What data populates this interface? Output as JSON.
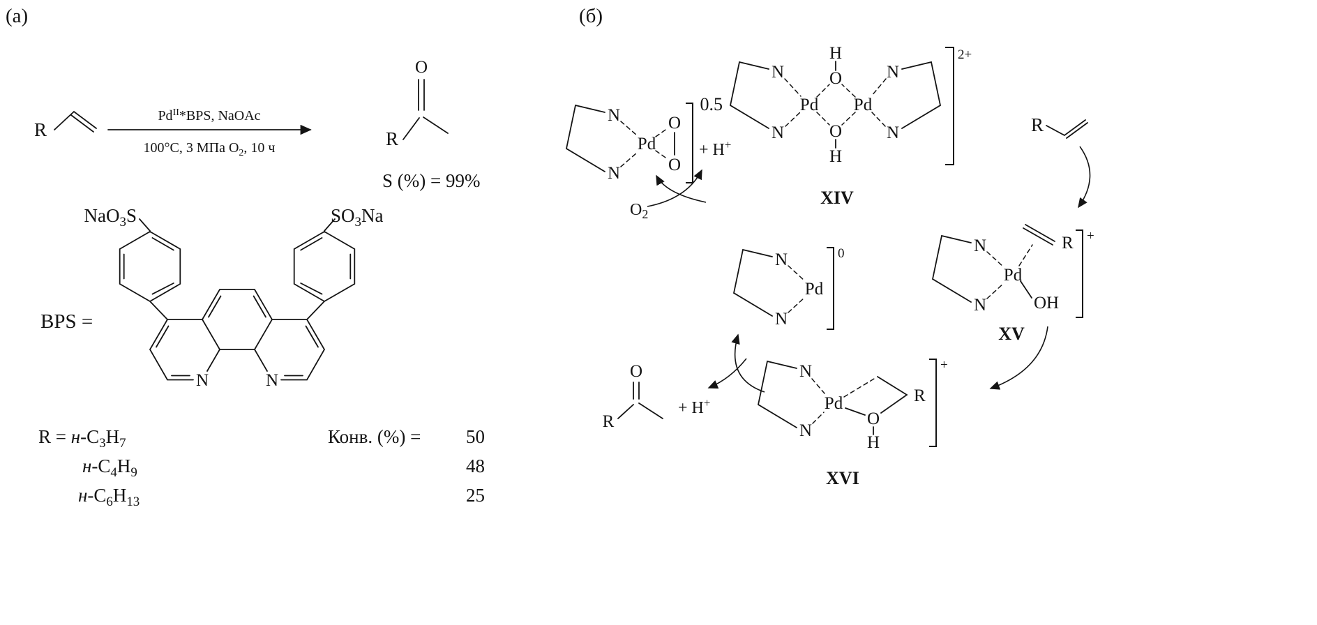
{
  "panel_a": {
    "label": "(a)",
    "reaction": {
      "substrate_r": "R",
      "cond_pd": "Pd",
      "cond_pd_sup": "II",
      "cond_rest": "*BPS, NaOAc",
      "cond2_pre": "100°C, 3 МПа O",
      "cond2_sub": "2",
      "cond2_post": ", 10 ч",
      "product_r": "R",
      "product_o": "O",
      "selectivity": "S (%) = 99%"
    },
    "bps": {
      "label": "BPS =",
      "sulfonate_left": {
        "pre": "NaO",
        "sub": "3",
        "post": "S"
      },
      "sulfonate_right": {
        "pre": "SO",
        "sub": "3",
        "post": "Na"
      },
      "n_left": "N",
      "n_right": "N"
    },
    "substrates": {
      "r_prefix": "R = ",
      "rows": [
        {
          "n": "н",
          "c": "-C",
          "c_sub": "3",
          "h": "H",
          "h_sub": "7"
        },
        {
          "n": "н",
          "c": "-C",
          "c_sub": "4",
          "h": "H",
          "h_sub": "9"
        },
        {
          "n": "н",
          "c": "-C",
          "c_sub": "6",
          "h": "H",
          "h_sub": "13"
        }
      ],
      "conv_label": "Конв. (%) =",
      "conv_values": [
        "50",
        "48",
        "25"
      ]
    }
  },
  "panel_b": {
    "label": "(б)",
    "coefficient": "0.5",
    "xiv": {
      "n_tl": "N",
      "n_bl": "N",
      "n_tr": "N",
      "n_br": "N",
      "pd_left": "Pd",
      "pd_right": "Pd",
      "h_top": "H",
      "o_top": "O",
      "o_bottom": "O",
      "h_bottom": "H",
      "charge": "2+",
      "name": "XIV"
    },
    "peroxo": {
      "n_top": "N",
      "n_bottom": "N",
      "pd": "Pd",
      "o_top": "O",
      "o_bottom": "O",
      "plus_h": "+ H",
      "plus_h_sup": "+",
      "o2": "O",
      "o2_sub": "2"
    },
    "pd0": {
      "n_top": "N",
      "n_bottom": "N",
      "pd": "Pd",
      "charge": "0"
    },
    "alkene": {
      "r": "R"
    },
    "xv": {
      "n_top": "N",
      "n_bottom": "N",
      "pd": "Pd",
      "r": "R",
      "oh": "OH",
      "charge": "+",
      "name": "XV"
    },
    "xvi": {
      "n_top": "N",
      "n_bottom": "N",
      "pd": "Pd",
      "o": "O",
      "h": "H",
      "r": "R",
      "charge": "+",
      "name": "XVI"
    },
    "ketone": {
      "o": "O",
      "r": "R",
      "plus_h": "+ H",
      "plus_h_sup": "+"
    }
  }
}
